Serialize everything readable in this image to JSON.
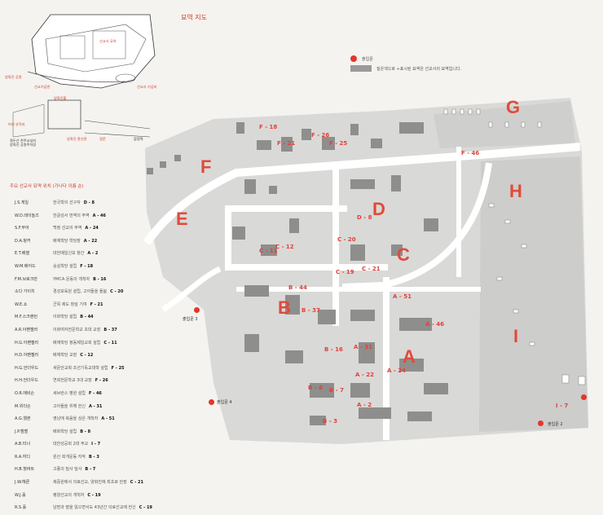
{
  "title": "묘역 지도",
  "legend": {
    "gate": "출입문",
    "block": "짙은색으로 +표시된 묘역은 선교사의 묘역입니다."
  },
  "inset": {
    "labels": [
      {
        "text": "선교사 묘역",
        "k": false
      },
      {
        "text": "양화진 공원",
        "k": false
      },
      {
        "text": "선교기념관",
        "k": false
      },
      {
        "text": "양화진홀",
        "k": false
      },
      {
        "text": "선교사 기념비",
        "k": false
      },
      {
        "text": "아피 유적지",
        "k": false
      },
      {
        "text": "양화진 흥선관",
        "k": false
      },
      {
        "text": "정문",
        "k": false
      },
      {
        "text": "절두산 천주교성지",
        "k": true
      },
      {
        "text": "양화진 공원주차장",
        "k": true
      },
      {
        "text": "합정역",
        "k": true
      }
    ]
  },
  "list_title": "주요 선교사 묘역 위치 (가나다 이름 순)",
  "missionaries": [
    {
      "name": "J.S.게일",
      "desc": "한국학의 선구자",
      "code": "D - 8"
    },
    {
      "name": "W.D.레이놀즈",
      "desc": "한글성서 번역의 주역",
      "code": "A - 46"
    },
    {
      "name": "S.F.무어",
      "desc": "백정 선교의 주역",
      "code": "A - 24"
    },
    {
      "name": "D.A.벙커",
      "desc": "배재학당 학당장",
      "code": "A - 22"
    },
    {
      "name": "E.T.베델",
      "desc": "대한매일신보 창간",
      "code": "A - 2"
    },
    {
      "name": "W.M.베어드",
      "desc": "숭실학당 설립",
      "code": "F - 18"
    },
    {
      "name": "F.M.브로크만",
      "desc": "YMCA 운동의 개척자",
      "code": "B - 16"
    },
    {
      "name": "소다 가이치",
      "desc": "경성보육원 설립, 고아들을 돌봄",
      "code": "C - 20"
    },
    {
      "name": "W.E.쇼",
      "desc": "군목 제도 창설 기여",
      "code": "F - 21"
    },
    {
      "name": "M.F.스크랜턴",
      "desc": "이화학당 설립",
      "code": "B - 44"
    },
    {
      "name": "A.R.아펜젤러",
      "desc": "이화여자전문학교 초대 교장",
      "code": "B - 37"
    },
    {
      "name": "H.G.아펜젤러",
      "desc": "배재학당 정동제일교회 설립",
      "code": "C - 11"
    },
    {
      "name": "H.D.아펜젤러",
      "desc": "배재학당 교장",
      "code": "C - 12"
    },
    {
      "name": "H.G.언더우드",
      "desc": "새문안교회·조선기독교대학 설립",
      "code": "F - 25"
    },
    {
      "name": "H.H.언더우드",
      "desc": "연희전문학교 3대 교장",
      "code": "F - 26"
    },
    {
      "name": "O.R.에비슨",
      "desc": "세브란스 병원 설립",
      "code": "F - 46"
    },
    {
      "name": "M.위더슨",
      "desc": "고아들을 위해 헌신",
      "code": "A - 31"
    },
    {
      "name": "A.G.웰본",
      "desc": "영남에 복음을 심은 개척자",
      "code": "A - 51"
    },
    {
      "name": "J.P.캠벨",
      "desc": "배화학당 설립",
      "code": "B - 8"
    },
    {
      "name": "A.B.터너",
      "desc": "대한성공회 2대 주교",
      "code": "I - 7"
    },
    {
      "name": "R.A.하디",
      "desc": "원산 회개운동 지작",
      "code": "B - 3"
    },
    {
      "name": "H.B.헐버트",
      "desc": "고종의 밀사 밀사",
      "code": "B - 7"
    },
    {
      "name": "J.W.헤론",
      "desc": "제중원에서 의료선교, 양화진에 최초로 안장",
      "code": "C - 21"
    },
    {
      "name": "W.J.홀",
      "desc": "평양선교의 개척자",
      "code": "C - 19"
    },
    {
      "name": "R.S.홀",
      "desc": "남편과 딸을 잃으면서도 43년간 의료선교에 헌신",
      "code": "C - 19"
    }
  ],
  "sections": {
    "A": "A",
    "B": "B",
    "C": "C",
    "D": "D",
    "E": "E",
    "F": "F",
    "G": "G",
    "H": "H",
    "I": "I"
  },
  "plots": {
    "f18": "F - 18",
    "f21": "F - 21",
    "f26": "F - 26",
    "f25": "F - 25",
    "f46": "F - 46",
    "d8": "D - 8",
    "c20": "C - 20",
    "c11": "C - 11",
    "c12": "C - 12",
    "c19": "C - 19",
    "c21": "C - 21",
    "a51": "A - 51",
    "a46": "A - 46",
    "a31": "A - 31",
    "a22": "A - 22",
    "a24": "A - 24",
    "a2": "A - 2",
    "b44": "B - 44",
    "b37": "B - 37",
    "b16": "B - 16",
    "b8": "B - 8",
    "b7": "B - 7",
    "b3": "B - 3",
    "i7": "I - 7"
  },
  "gates": {
    "g2": "출입문 2",
    "g3": "출입문 3",
    "g4": "출입문 4"
  }
}
